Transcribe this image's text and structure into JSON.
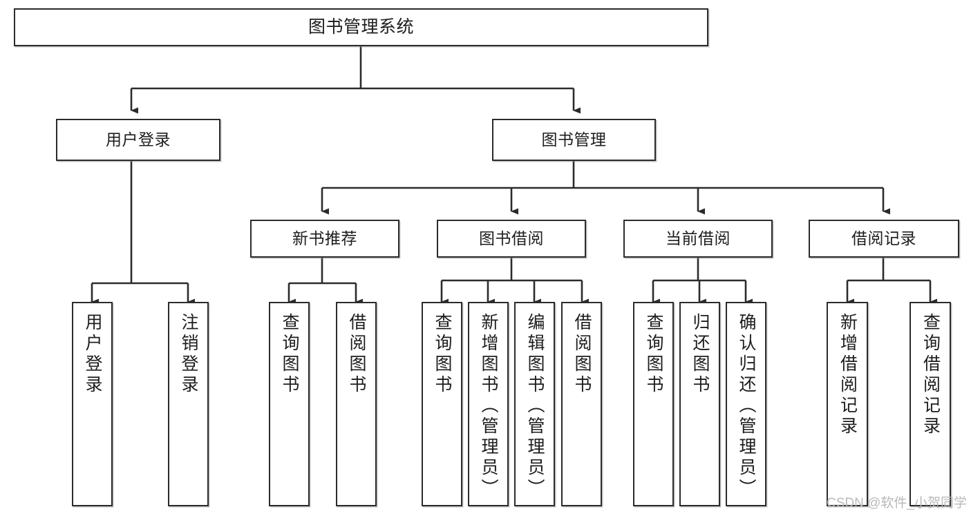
{
  "diagram": {
    "type": "hierarchy-tree",
    "title": "图书管理系统",
    "watermark": "CSDN @软件_小贺同学",
    "colors": {
      "box_border": "#2b2b2b",
      "box_fill": "#ffffff",
      "connector": "#2b2b2b",
      "watermark": "#b9b9b9",
      "background": "#ffffff"
    },
    "nodes": {
      "root": {
        "label": "图书管理系统",
        "level": 1
      },
      "l2": [
        {
          "label": "用户登录",
          "level": 2
        },
        {
          "label": "图书管理",
          "level": 2
        }
      ],
      "l3": [
        {
          "label": "新书推荐",
          "level": 3
        },
        {
          "label": "图书借阅",
          "level": 3
        },
        {
          "label": "当前借阅",
          "level": 3
        },
        {
          "label": "借阅记录",
          "level": 3
        }
      ],
      "leaves": {
        "user_login": [
          {
            "label": "用户登录"
          },
          {
            "label": "注销登录"
          }
        ],
        "new_books": [
          {
            "label": "查询图书"
          },
          {
            "label": "借阅图书"
          }
        ],
        "book_borrow": [
          {
            "label": "查询图书"
          },
          {
            "label": "新增图书（管理员）"
          },
          {
            "label": "编辑图书（管理员）"
          },
          {
            "label": "借阅图书"
          }
        ],
        "current_borrow": [
          {
            "label": "查询图书"
          },
          {
            "label": "归还图书"
          },
          {
            "label": "确认归还（管理员）"
          }
        ],
        "borrow_records": [
          {
            "label": "新增借阅记录"
          },
          {
            "label": "查询借阅记录"
          }
        ]
      }
    }
  }
}
